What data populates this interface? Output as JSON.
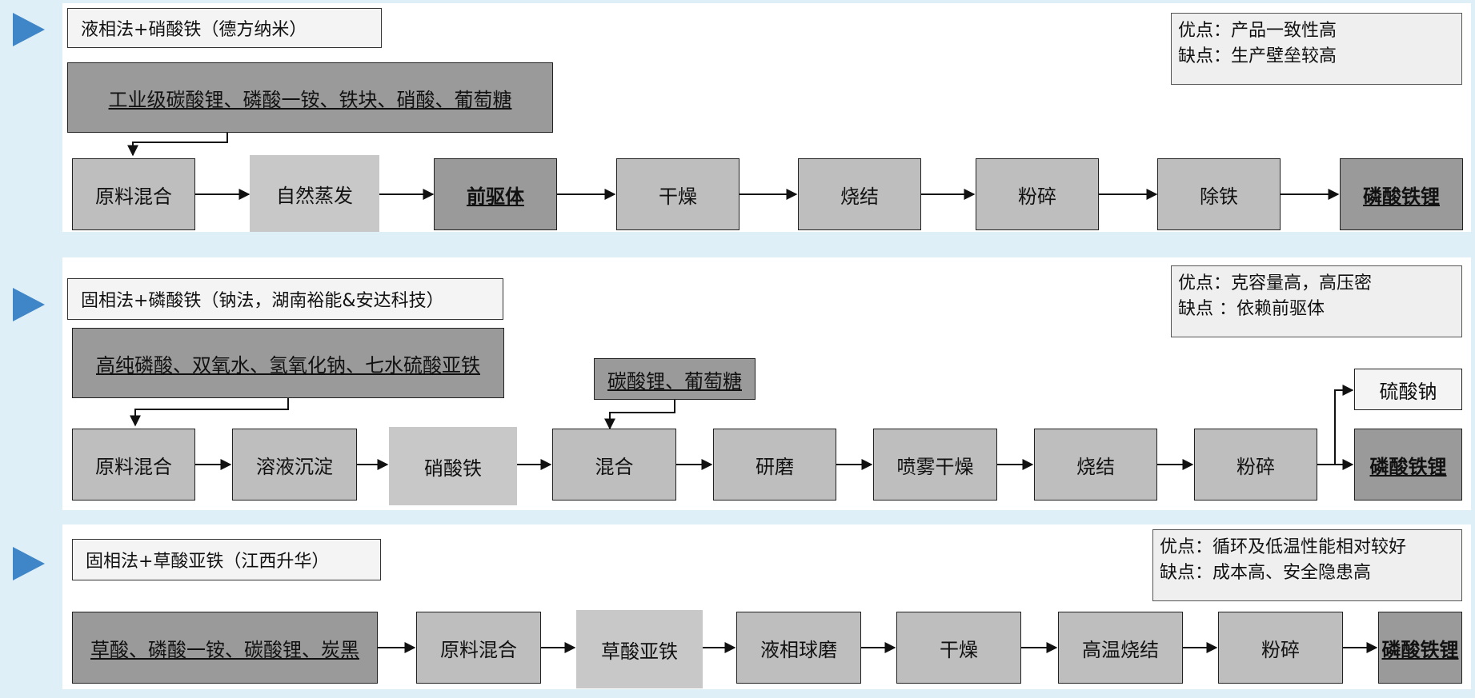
{
  "process1": {
    "title": "液相法+硝酸铁（德方纳米）",
    "materials": "工业级碳酸锂、磷酸一铵、铁块、硝酸、葡萄糖",
    "pros": "优点：产品一致性高",
    "cons": "缺点：生产壁垒较高",
    "steps": [
      "原料混合",
      "自然蒸发",
      "前驱体",
      "干燥",
      "烧结",
      "粉碎",
      "除铁",
      "磷酸铁锂"
    ]
  },
  "process2": {
    "title": "固相法+磷酸铁（钠法，湖南裕能&安达科技）",
    "materials": "高纯磷酸、双氧水、氢氧化钠、七水硫酸亚铁",
    "additive": "碳酸锂、葡萄糖",
    "byproduct": "硫酸钠",
    "pros": "优点：克容量高，高压密",
    "cons": "缺点 ：依赖前驱体",
    "steps": [
      "原料混合",
      "溶液沉淀",
      "硝酸铁",
      "混合",
      "研磨",
      "喷雾干燥",
      "烧结",
      "粉碎",
      "磷酸铁锂"
    ]
  },
  "process3": {
    "title": "固相法+草酸亚铁（江西升华）",
    "pros": "优点：循环及低温性能相对较好",
    "cons": "缺点：成本高、安全隐患高",
    "steps": [
      "草酸、磷酸一铵、碳酸锂、炭黑",
      "原料混合",
      "草酸亚铁",
      "液相球磨",
      "干燥",
      "高温烧结",
      "粉碎",
      "磷酸铁锂"
    ]
  }
}
